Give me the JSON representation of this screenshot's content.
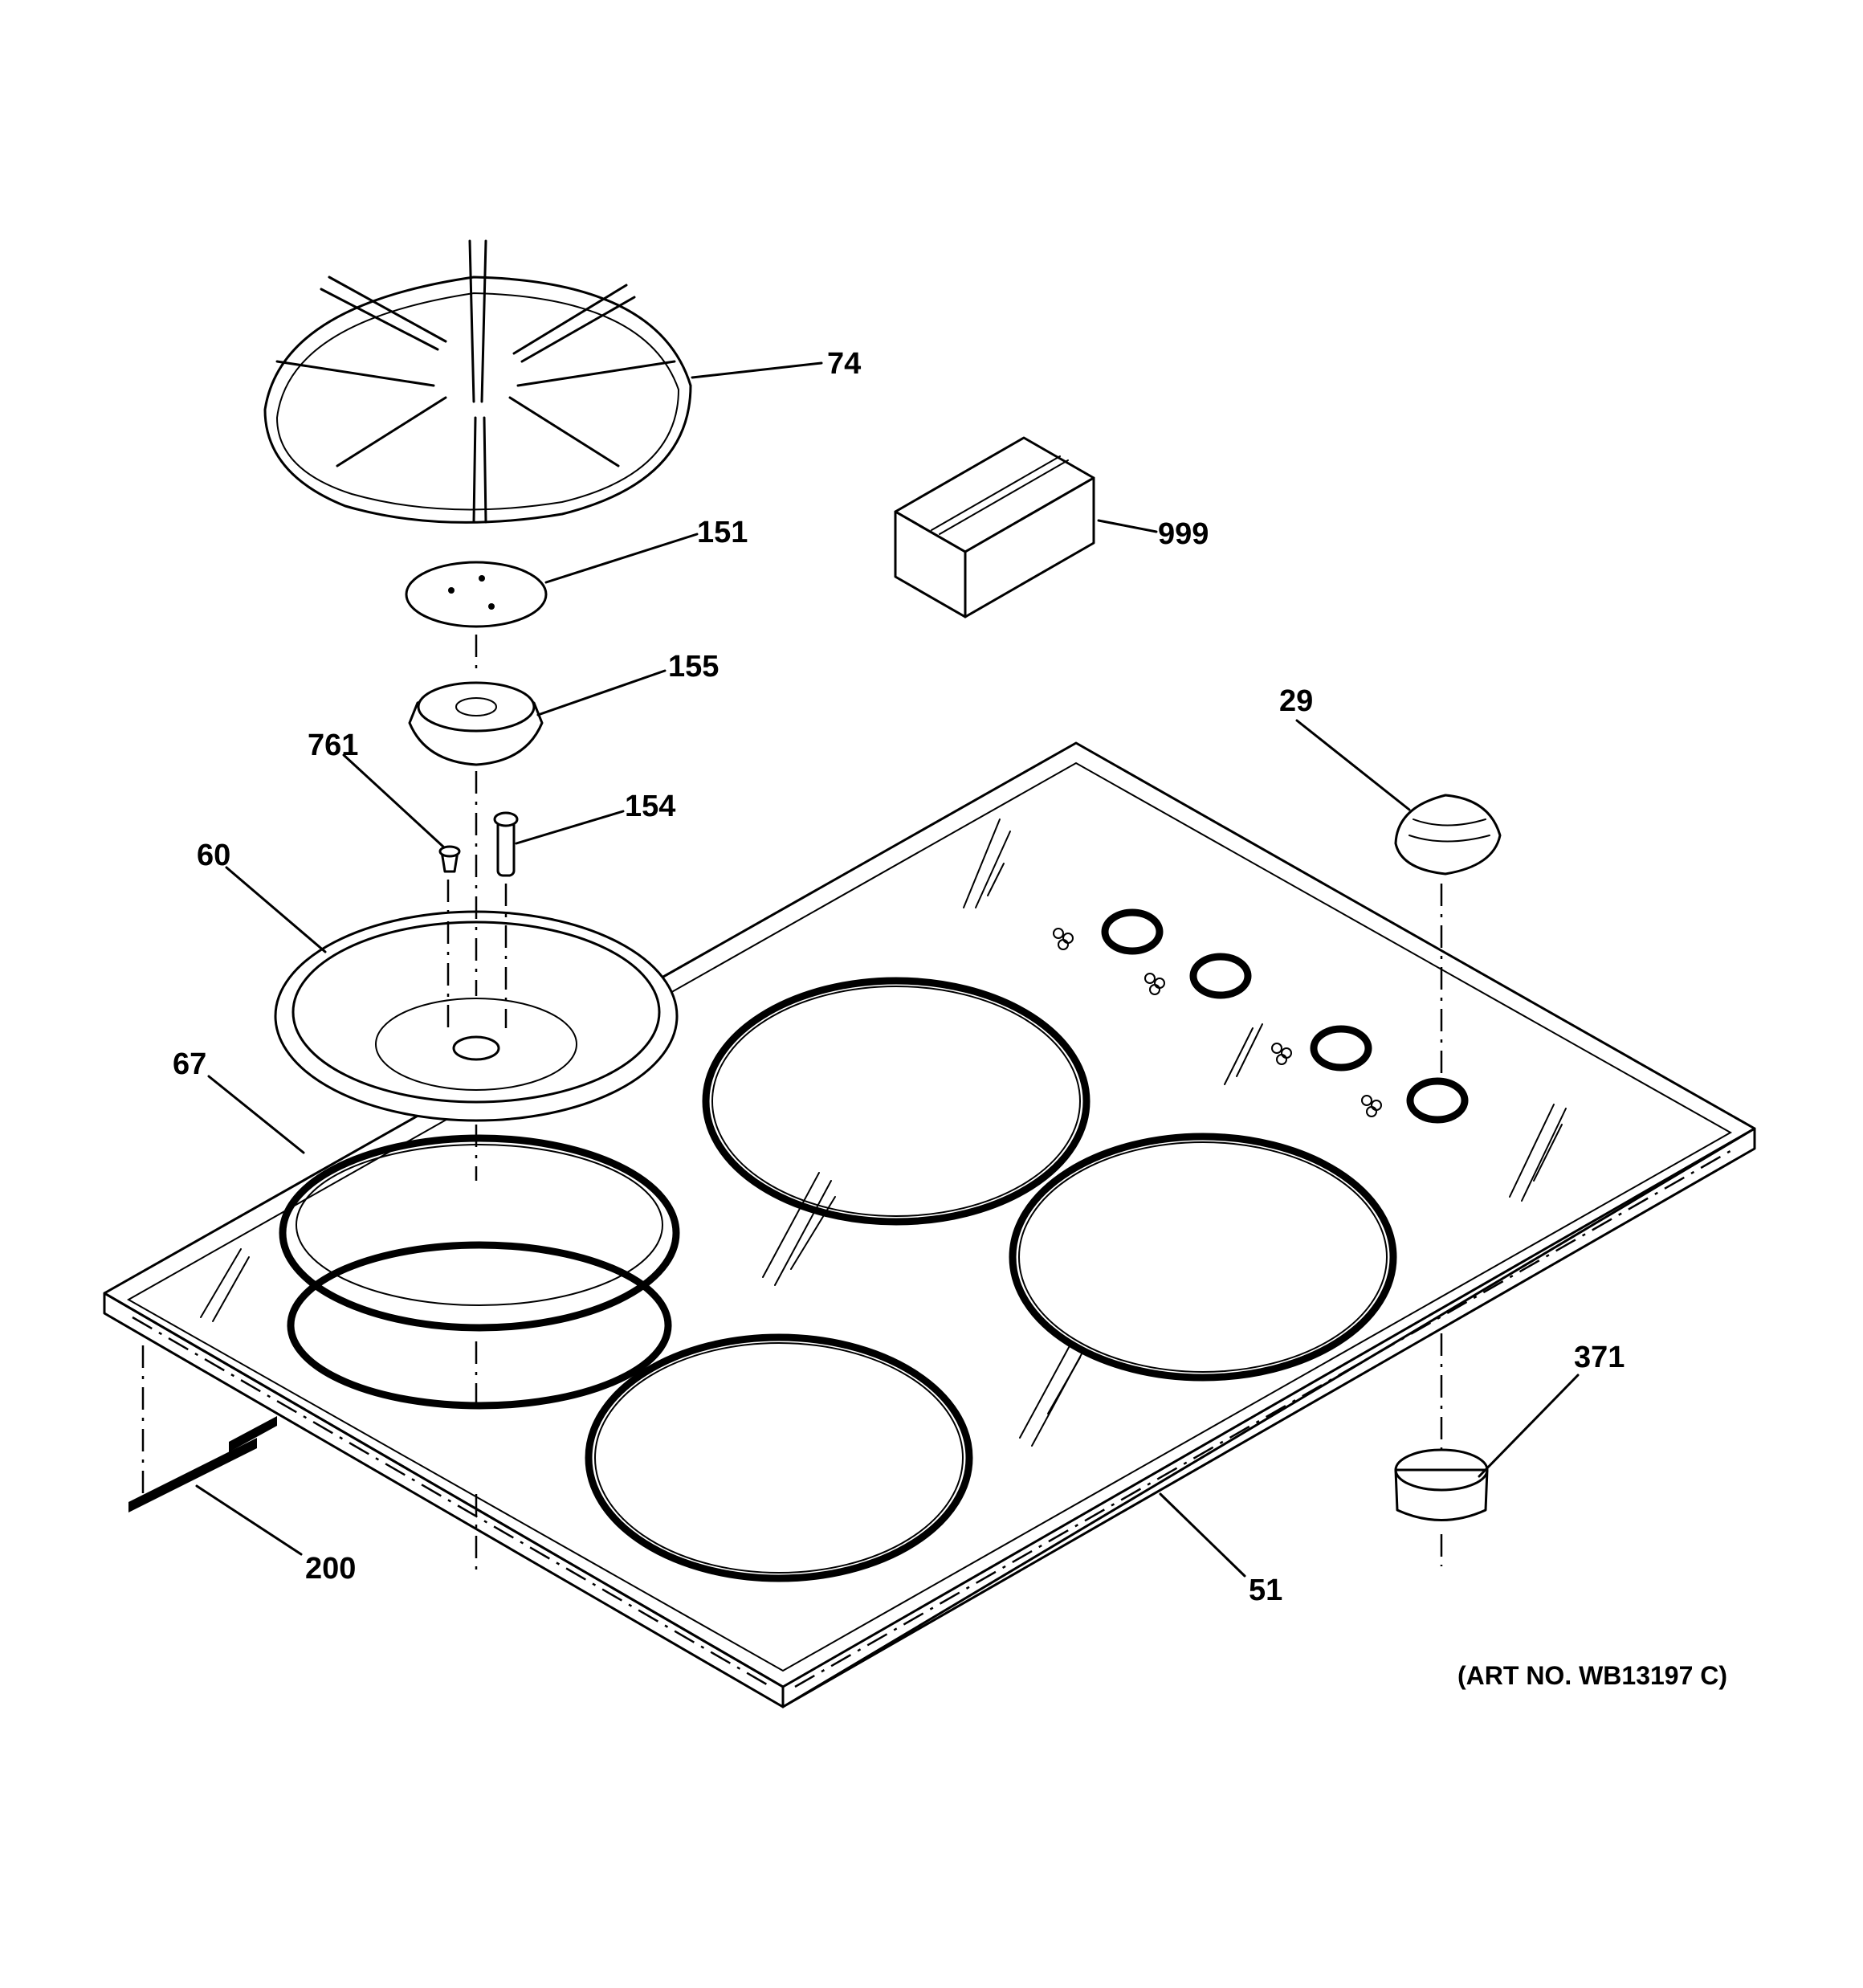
{
  "diagram": {
    "art_number": "(ART NO. WB13197 C)",
    "callouts": [
      {
        "id": "74",
        "label": "74",
        "part": "burner grate"
      },
      {
        "id": "999",
        "label": "999",
        "part": "parts package"
      },
      {
        "id": "151",
        "label": "151",
        "part": "burner cap"
      },
      {
        "id": "155",
        "label": "155",
        "part": "burner head"
      },
      {
        "id": "29",
        "label": "29",
        "part": "control knob"
      },
      {
        "id": "761",
        "label": "761",
        "part": "screw"
      },
      {
        "id": "154",
        "label": "154",
        "part": "orifice"
      },
      {
        "id": "60",
        "label": "60",
        "part": "burner bowl"
      },
      {
        "id": "67",
        "label": "67",
        "part": "seal ring"
      },
      {
        "id": "371",
        "label": "371",
        "part": "knob bezel"
      },
      {
        "id": "200",
        "label": "200",
        "part": "gasket strip"
      },
      {
        "id": "51",
        "label": "51",
        "part": "glass cooktop"
      }
    ]
  }
}
